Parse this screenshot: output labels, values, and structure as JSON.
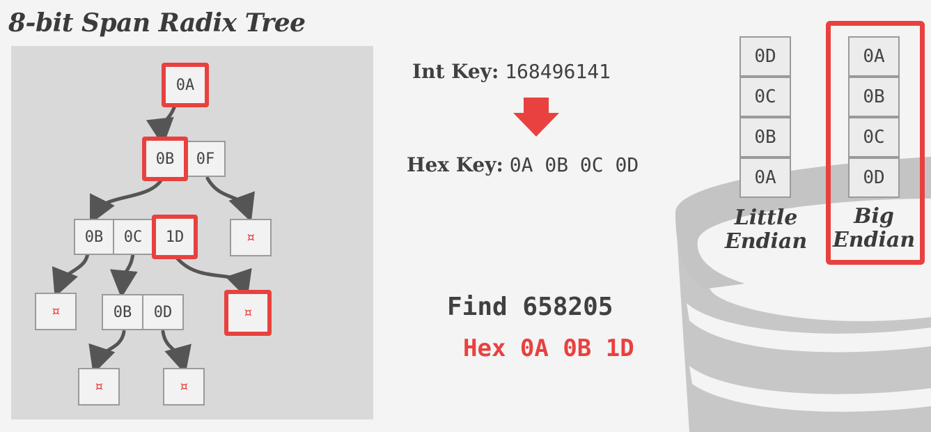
{
  "title": "8-bit Span Radix Tree",
  "tree": {
    "root": "0A",
    "level2": [
      "0B",
      "0F"
    ],
    "level3": [
      "0B",
      "0C",
      "1D"
    ],
    "level4_child": [
      "0B",
      "0D"
    ],
    "null_symbol": "¤"
  },
  "int_key": {
    "label": "Int Key:",
    "value": "168496141"
  },
  "hex_key": {
    "label": "Hex Key:",
    "value": "0A 0B 0C 0D"
  },
  "find": {
    "label": "Find",
    "value": "658205"
  },
  "hex_query": {
    "label": "Hex",
    "value": "0A 0B 1D"
  },
  "little_endian": {
    "cells": [
      "0D",
      "0C",
      "0B",
      "0A"
    ],
    "label_line1": "Little",
    "label_line2": "Endian"
  },
  "big_endian": {
    "cells": [
      "0A",
      "0B",
      "0C",
      "0D"
    ],
    "label_line1": "Big",
    "label_line2": "Endian"
  },
  "colors": {
    "highlight": "#e8413f",
    "panel": "#d9d9d9",
    "arrow": "#555555"
  }
}
